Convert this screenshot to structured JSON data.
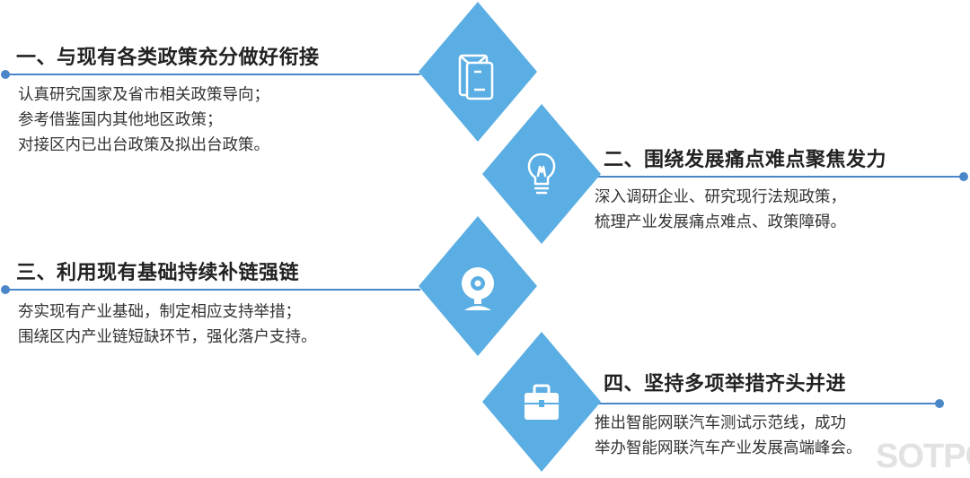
{
  "colors": {
    "accent": "#5aaee3",
    "line": "#4a86c8",
    "title": "#222222",
    "text": "#333333"
  },
  "items": [
    {
      "title": "一、与现有各类政策充分做好衔接",
      "lines": [
        "认真研究国家及省市相关政策导向；",
        "参考借鉴国内其他地区政策；",
        "对接区内已出台政策及拟出台政策。"
      ],
      "icon": "phone-envelope-icon"
    },
    {
      "title": "二、围绕发展痛点难点聚焦发力",
      "lines": [
        "深入调研企业、研究现行法规政策，",
        "梳理产业发展痛点难点、政策障碍。"
      ],
      "icon": "lightbulb-icon"
    },
    {
      "title": "三、利用现有基础持续补链强链",
      "lines": [
        "夯实现有产业基础，制定相应支持举措；",
        "围绕区内产业链短缺环节，强化落户支持。"
      ],
      "icon": "webcam-icon"
    },
    {
      "title": "四、坚持多项举措齐头并进",
      "lines": [
        "推出智能网联汽车测试示范线，成功",
        "举办智能网联汽车产业发展高端峰会。"
      ],
      "icon": "briefcase-icon"
    }
  ],
  "watermark": "SOTPC"
}
